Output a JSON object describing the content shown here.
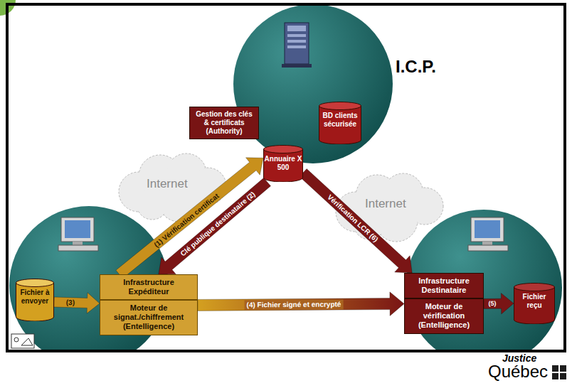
{
  "diagram": {
    "nodes": [
      {
        "text": [
          "Gestion des clés & certificats (Authority)"
        ]
      },
      {
        "text": [
          "BD clients sécurisée"
        ]
      },
      {
        "text": [
          "Annuaire X 500"
        ]
      },
      {
        "text": [
          "Fichier à envoyer"
        ]
      },
      {
        "text": [
          "Infrastructure Expéditeur"
        ]
      },
      {
        "text": [
          "Moteur de signat./chiffrement (Entelligence)"
        ]
      },
      {
        "text": [
          "Infrastructure Destinataire"
        ]
      },
      {
        "text": [
          "Moteur de vérification (Entelligence)"
        ]
      },
      {
        "text": [
          "Fichier reçu"
        ]
      }
    ],
    "edges": [
      {
        "from": 4,
        "to": 2,
        "label": "(1) Vérification certificat",
        "arrow": "to"
      },
      {
        "from": 2,
        "to": 4,
        "label": "Clé publique destinataire (2)",
        "arrow": "to"
      },
      {
        "from": 3,
        "to": 5,
        "label": "(3)",
        "arrow": "to"
      },
      {
        "from": 5,
        "to": 7,
        "label": "(4) Fichier signé et encrypté",
        "arrow": "to"
      },
      {
        "from": 7,
        "to": 8,
        "label": "(5)",
        "arrow": "to"
      },
      {
        "from": 2,
        "to": 6,
        "label": "Vérification LCR (6)",
        "arrow": "to"
      }
    ],
    "labels": [
      "I.C.P.",
      "Internet",
      "Internet",
      "Justice",
      "Québec"
    ]
  }
}
